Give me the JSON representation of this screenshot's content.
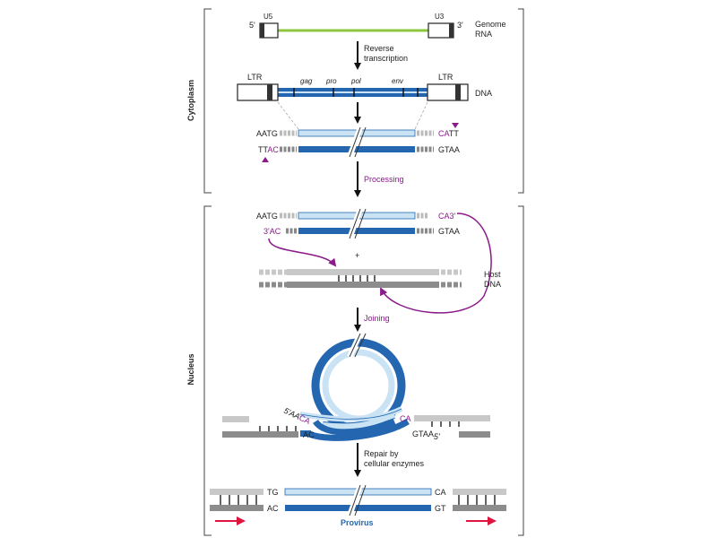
{
  "colors": {
    "rna_green": "#8cc63f",
    "dna_dark": "#2466b0",
    "dna_light": "#c9e3f5",
    "host_light": "#c8c8c8",
    "host_dark": "#8c8c8c",
    "purple": "#8b1a8b",
    "red_arrow": "#e0143c",
    "text": "#222222"
  },
  "compartments": {
    "cytoplasm": "Cytoplasm",
    "nucleus": "Nucleus"
  },
  "genome": {
    "u5": "U5",
    "u3": "U3",
    "five_prime": "5'",
    "three_prime": "3'",
    "label": [
      "Genome",
      "RNA"
    ]
  },
  "steps": {
    "reverse_transcription": [
      "Reverse",
      "transcription"
    ],
    "processing": "Processing",
    "joining": "Joining",
    "repair": [
      "Repair by",
      "cellular enzymes"
    ]
  },
  "proviral_dna": {
    "ltr_left": "LTR",
    "ltr_right": "LTR",
    "genes": [
      "gag",
      "pro",
      "pol",
      "env"
    ],
    "label": "DNA"
  },
  "ends_before": {
    "top_left": "AATG",
    "top_right_purple": "CA",
    "top_right_rest": "TT",
    "bottom_left_rest": "TT",
    "bottom_left_purple": "AC",
    "bottom_right": "GTAA"
  },
  "ends_processed": {
    "top_left": "AATG",
    "top_right": "CA3'",
    "bottom_left": "3'AC",
    "bottom_right": "GTAA"
  },
  "plus_sign": "+",
  "host_dna_label": [
    "Host",
    "DNA"
  ],
  "joined": {
    "left_purple": "CA",
    "left_prefix": "5'AA",
    "left_bottom": "AC",
    "right_purple": "CA",
    "right_bottom": "GTAA",
    "right_suffix": "5'"
  },
  "provirus": {
    "top_left": "TG",
    "bottom_left": "AC",
    "top_right": "CA",
    "bottom_right": "GT",
    "label": "Provirus"
  }
}
